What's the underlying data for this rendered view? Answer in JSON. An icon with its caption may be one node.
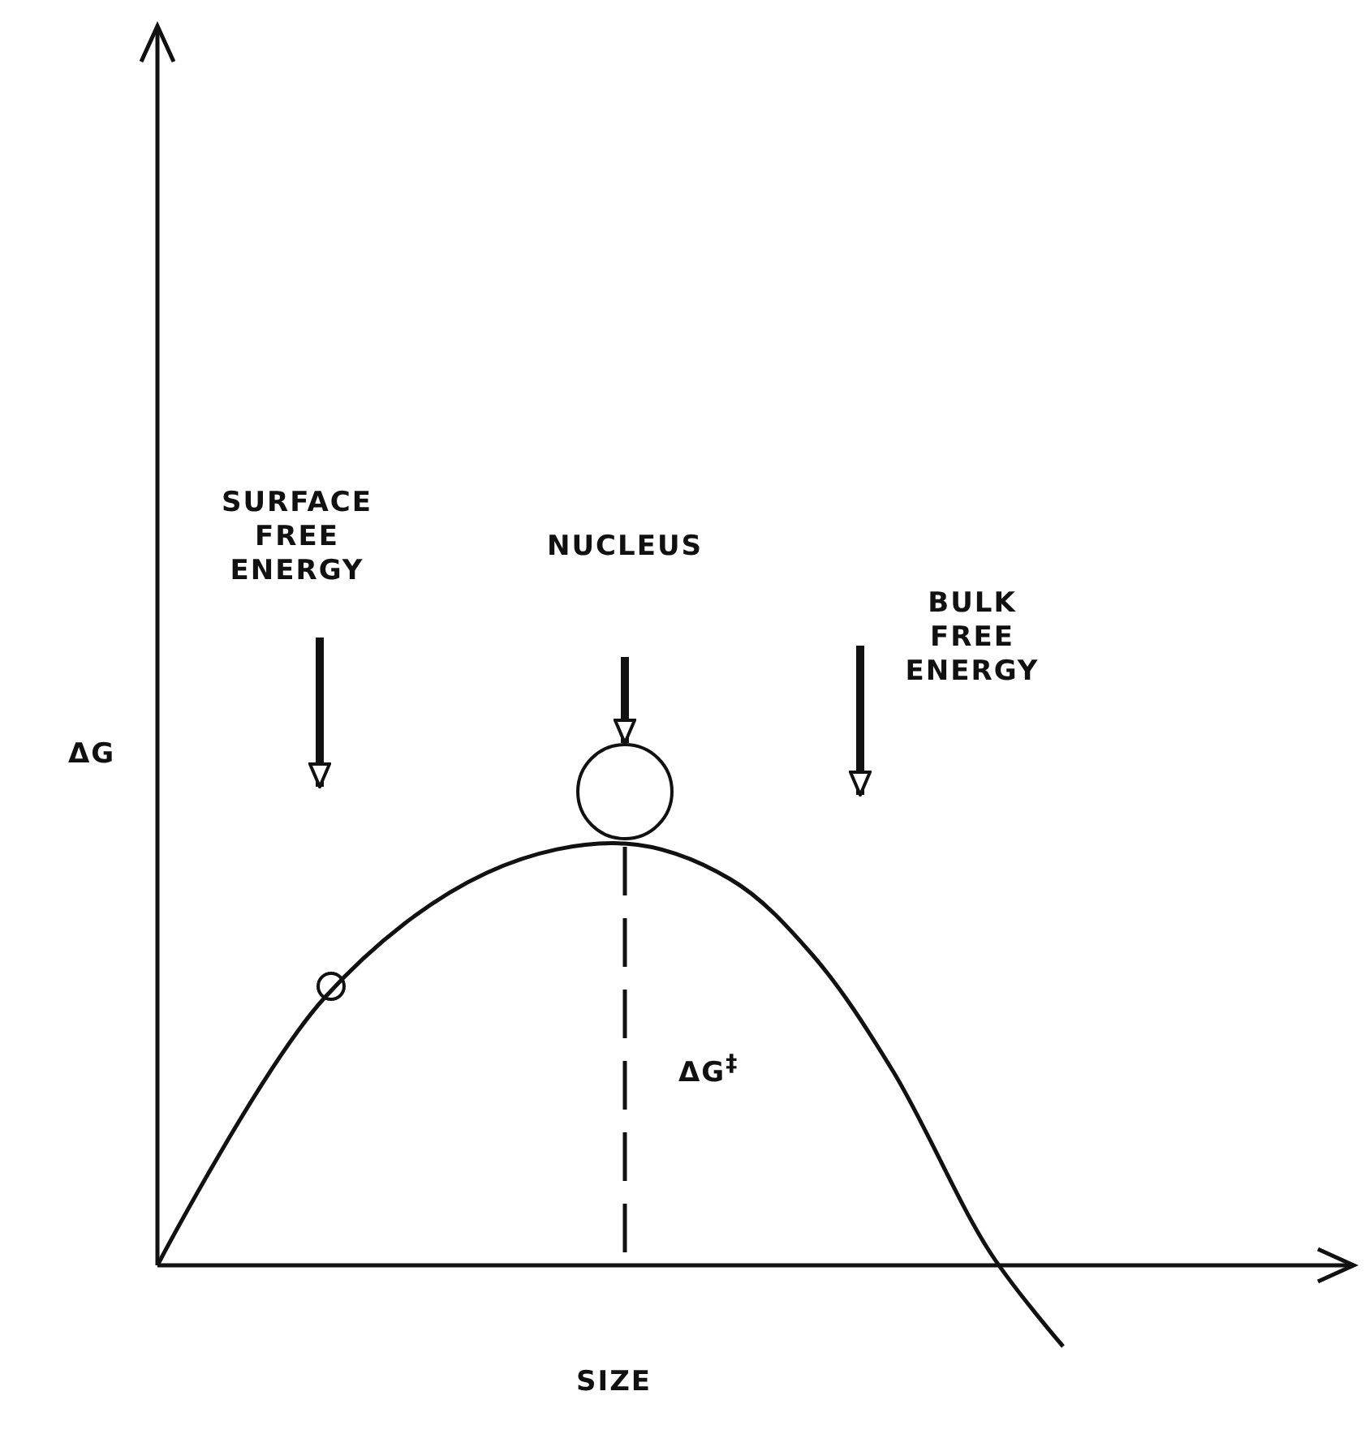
{
  "diagram": {
    "nodes": [
      {
        "text": [
          "SURFACE FREE ENERGY"
        ]
      },
      {
        "text": [
          "NUCLEUS"
        ]
      },
      {
        "text": [
          "BULK FREE ENERGY"
        ]
      },
      {
        "text": [],
        "shape": "circle"
      },
      {
        "text": [],
        "shape": "circle"
      }
    ],
    "edges": [
      {
        "from": 0,
        "to": null,
        "arrow": "to"
      },
      {
        "from": 1,
        "to": 3,
        "arrow": "to"
      },
      {
        "from": 2,
        "to": null,
        "arrow": "to"
      }
    ],
    "labels": [
      "ΔG",
      "ΔG$^{‡}$",
      "SIZE"
    ]
  }
}
